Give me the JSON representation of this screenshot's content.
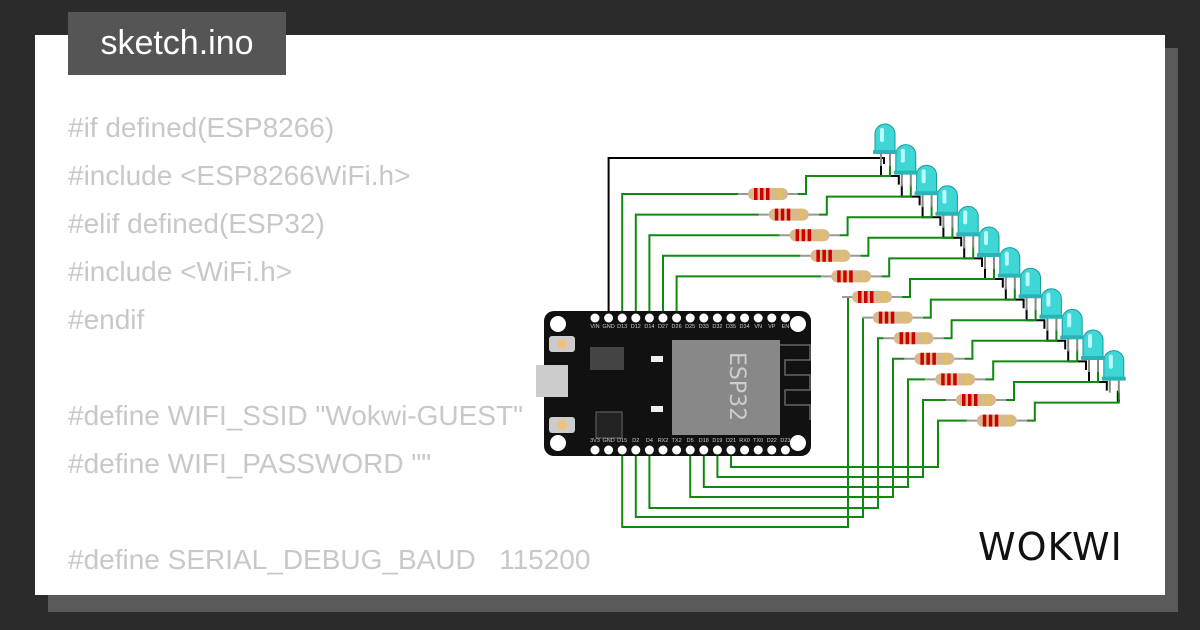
{
  "title": "sketch.ino",
  "code_lines": [
    "#if defined(ESP8266)",
    "#include <ESP8266WiFi.h>",
    "#elif defined(ESP32)",
    "#include <WiFi.h>",
    "#endif",
    "",
    "#define WIFI_SSID \"Wokwi-GUEST\"",
    "#define WIFI_PASSWORD \"\"",
    "",
    "#define SERIAL_DEBUG_BAUD   115200"
  ],
  "board": {
    "chip_label": "ESP32",
    "top_pins": [
      "VIN",
      "GND",
      "D13",
      "D12",
      "D14",
      "D27",
      "D26",
      "D25",
      "D33",
      "D32",
      "D35",
      "D34",
      "VN",
      "VP",
      "EN"
    ],
    "bottom_pins": [
      "3V3",
      "GND",
      "D15",
      "D2",
      "D4",
      "RX2",
      "TX2",
      "D5",
      "D18",
      "D19",
      "D21",
      "RX0",
      "TX0",
      "D22",
      "D23"
    ]
  },
  "led_count": 12,
  "led_color": "#3fd6d6",
  "wire_color": "#118811",
  "logo": "WOKWI"
}
